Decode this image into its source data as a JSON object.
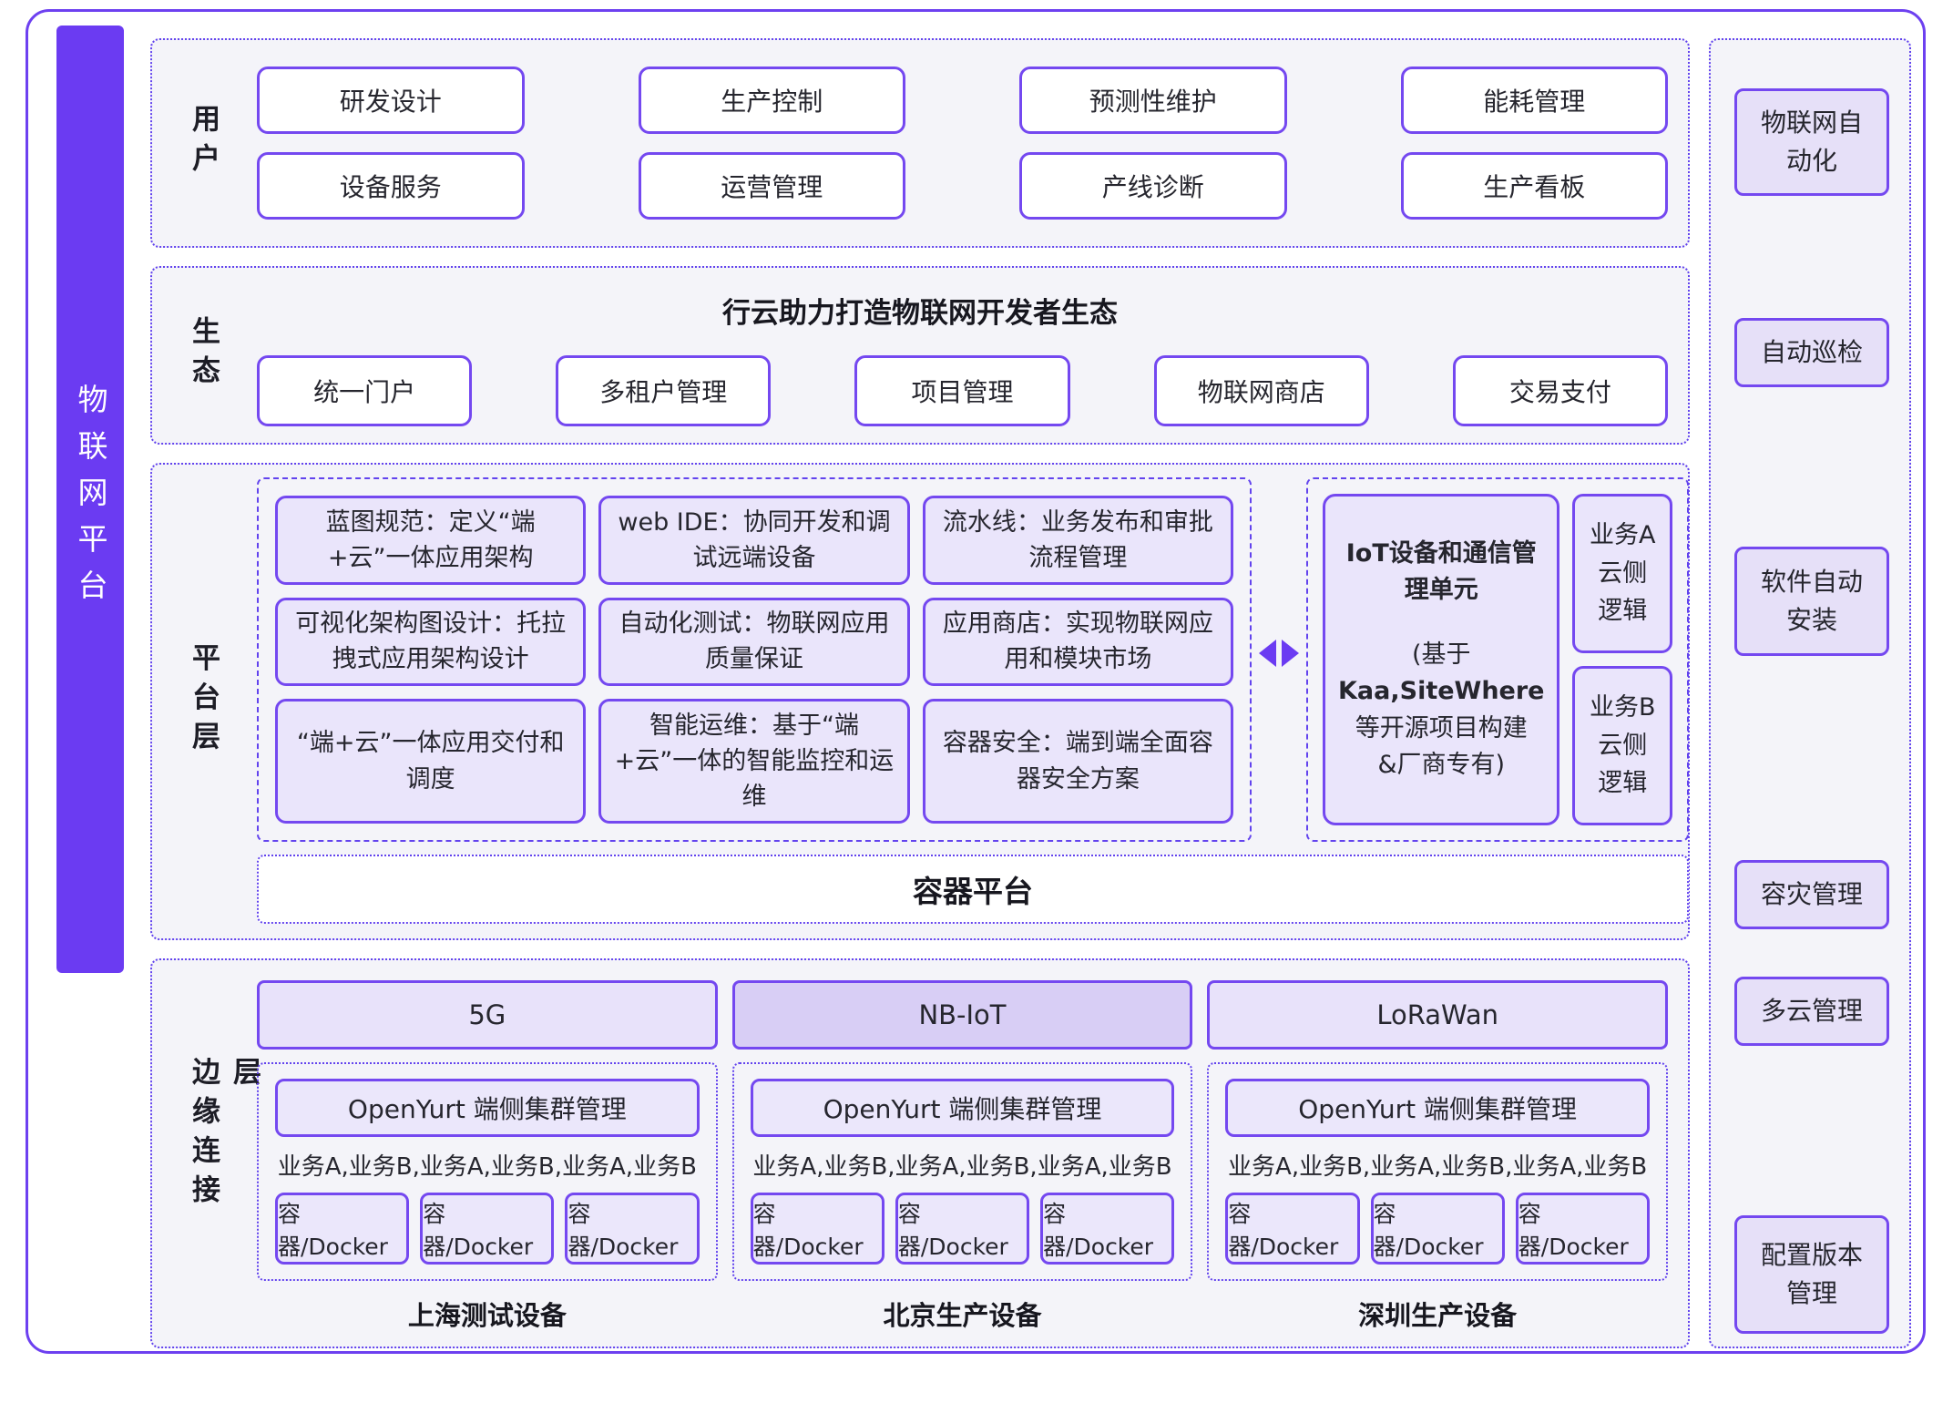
{
  "platform_label": "物联网平台",
  "colors": {
    "accent": "#6B3BF2",
    "solid_border": "#7448F0",
    "dotted_border": "#6243EE",
    "section_bg": "#F4F4F9",
    "lavender_fill": "#EAE5FB",
    "nbiot_fill": "#D8CEF5",
    "sidebar_fill": "#E6E0F8"
  },
  "sections": {
    "users": {
      "label": "用户",
      "boxes": [
        "研发设计",
        "生产控制",
        "预测性维护",
        "能耗管理",
        "设备服务",
        "运营管理",
        "产线诊断",
        "生产看板"
      ]
    },
    "ecosystem": {
      "label": "生态",
      "title": "行云助力打造物联网开发者生态",
      "boxes": [
        "统一门户",
        "多租户管理",
        "项目管理",
        "物联网商店",
        "交易支付"
      ]
    },
    "platform": {
      "label": "平台层",
      "capabilities": [
        "蓝图规范：定义“端+云”一体应用架构",
        "web IDE：协同开发和调试远端设备",
        "流水线：业务发布和审批流程管理",
        "可视化架构图设计：托拉拽式应用架构设计",
        "自动化测试：物联网应用质量保证",
        "应用商店：实现物联网应用和模块市场",
        "“端+云”一体应用交付和调度",
        "智能运维：基于“端+云”一体的智能监控和运维",
        "容器安全：端到端全面容器安全方案"
      ],
      "iot_unit": {
        "title": "IoT设备和通信管理单元",
        "note_prefix": "(基于",
        "note_bold": "Kaa,SiteWhere",
        "note_line2": "等开源项目构建",
        "note_suffix": "&厂商专有)",
        "side_boxes": [
          {
            "line1": "业务A",
            "line2": "云侧逻辑"
          },
          {
            "line1": "业务B",
            "line2": "云侧逻辑"
          }
        ]
      },
      "container_platform": "容器平台"
    },
    "edge": {
      "label": "边缘连接层",
      "connectivity": [
        "5G",
        "NB-IoT",
        "LoRaWan"
      ],
      "clusters": [
        {
          "manager": "OpenYurt 端侧集群管理",
          "services": "业务A,业务B,业务A,业务B,业务A,业务B",
          "containers": [
            "容器/Docker",
            "容器/Docker",
            "容器/Docker"
          ],
          "device_label": "上海测试设备"
        },
        {
          "manager": "OpenYurt 端侧集群管理",
          "services": "业务A,业务B,业务A,业务B,业务A,业务B",
          "containers": [
            "容器/Docker",
            "容器/Docker",
            "容器/Docker"
          ],
          "device_label": "北京生产设备"
        },
        {
          "manager": "OpenYurt 端侧集群管理",
          "services": "业务A,业务B,业务A,业务B,业务A,业务B",
          "containers": [
            "容器/Docker",
            "容器/Docker",
            "容器/Docker"
          ],
          "device_label": "深圳生产设备"
        }
      ]
    }
  },
  "sidebar": {
    "items": [
      "物联网自动化",
      "自动巡检",
      "软件自动安装",
      "容灾管理",
      "多云管理",
      "配置版本管理"
    ]
  }
}
